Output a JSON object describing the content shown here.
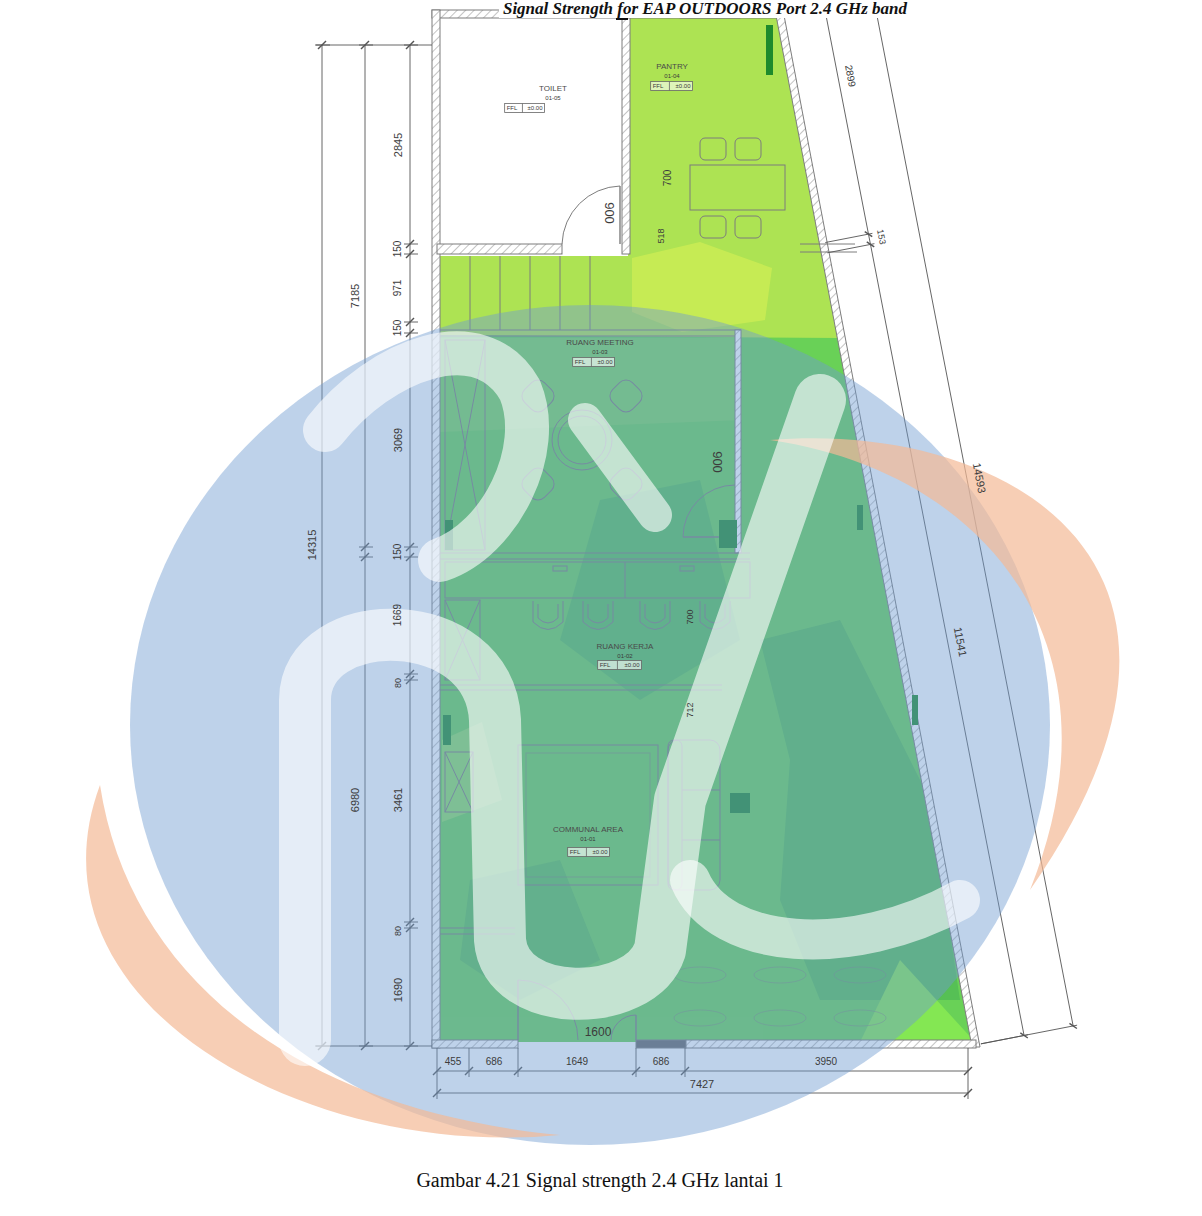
{
  "diagram": {
    "title": "Signal Strength for EAP OUTDOORS Port 2.4 GHz band",
    "caption": "Gambar 4.21 Signal strength 2.4 GHz lantai 1",
    "labels": [
      "TOILET",
      "01-05",
      "FFL",
      "±0.00",
      "PANTRY",
      "01-04",
      "FFL",
      "±0.00",
      "900",
      "700",
      "518",
      "2899",
      "153",
      "2845",
      "150",
      "971",
      "150",
      "7185",
      "RUANG MEETING",
      "01-03",
      "FFL",
      "±0.00",
      "3069",
      "900",
      "14593",
      "14315",
      "150",
      "1669",
      "RUANG KERJA",
      "01-02",
      "FFL",
      "±0.00",
      "700",
      "80",
      "712",
      "11541",
      "6980",
      "3461",
      "COMMUNAL AREA",
      "01-01",
      "FFL",
      "±0.00",
      "80",
      "1690",
      "1600",
      "455",
      "686",
      "1649",
      "686",
      "3950",
      "7427"
    ]
  }
}
